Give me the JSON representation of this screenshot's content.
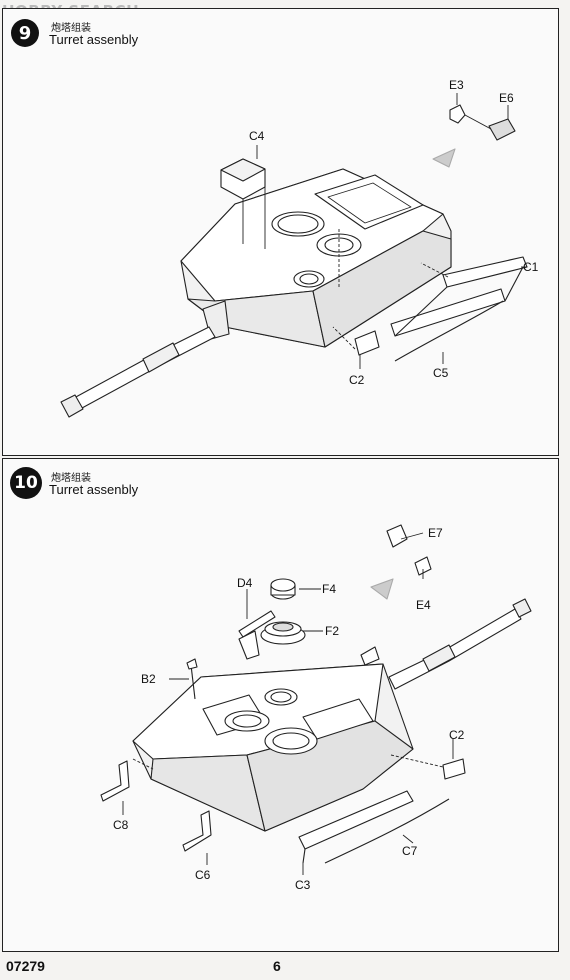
{
  "watermark": "HOBBY SEARCH",
  "steps": [
    {
      "number": "9",
      "title_cn": "炮塔组装",
      "title_en": "Turret assenbly",
      "parts": [
        "C4",
        "E3",
        "E6",
        "C1",
        "C2",
        "C5"
      ]
    },
    {
      "number": "10",
      "title_cn": "炮塔组装",
      "title_en": "Turret assenbly",
      "parts": [
        "E7",
        "D4",
        "F4",
        "F2",
        "E4",
        "B2",
        "C2",
        "C8",
        "C7",
        "C6",
        "C3"
      ]
    }
  ],
  "footer": {
    "code": "07279",
    "page": "6"
  }
}
